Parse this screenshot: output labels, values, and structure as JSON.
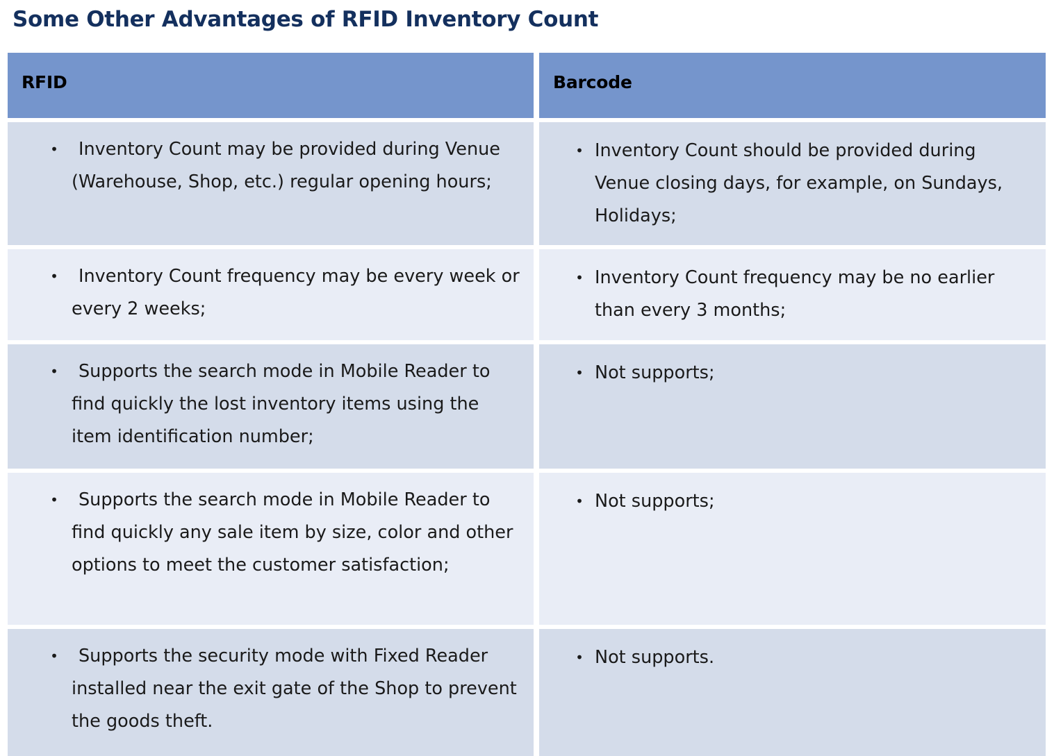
{
  "slide": {
    "title": "Some Other Advantages of RFID Inventory Count",
    "title_color": "#14305e",
    "background": "#ffffff"
  },
  "table": {
    "header_background": "#7595cc",
    "header_text_color": "#000000",
    "band_dark": "#d4dcea",
    "band_light": "#e9edf6",
    "bullet_glyph": "•",
    "columns": [
      {
        "label": "RFID"
      },
      {
        "label": "Barcode"
      }
    ],
    "rows": [
      {
        "band": "dark",
        "rfid": "Inventory Count may be provided during Venue (Warehouse, Shop, etc.) regular opening hours;",
        "barcode": "Inventory Count should be provided during Venue closing days, for example, on Sundays, Holidays;"
      },
      {
        "band": "light",
        "rfid": "Inventory Count frequency may be every week or every 2 weeks;",
        "barcode": "Inventory Count frequency may be no earlier than every 3 months;"
      },
      {
        "band": "dark",
        "rfid": "Supports the search mode in Mobile Reader to find quickly the lost inventory items using the item identification number;",
        "barcode": "Not supports;"
      },
      {
        "band": "light",
        "rfid": "Supports the search mode in Mobile Reader to find quickly any sale item by size, color and other options to meet the customer satisfaction;",
        "barcode": "Not supports;"
      },
      {
        "band": "dark",
        "rfid": "Supports the security mode with Fixed Reader installed near the exit gate of the Shop to prevent the goods theft.",
        "barcode": "Not supports."
      }
    ]
  }
}
